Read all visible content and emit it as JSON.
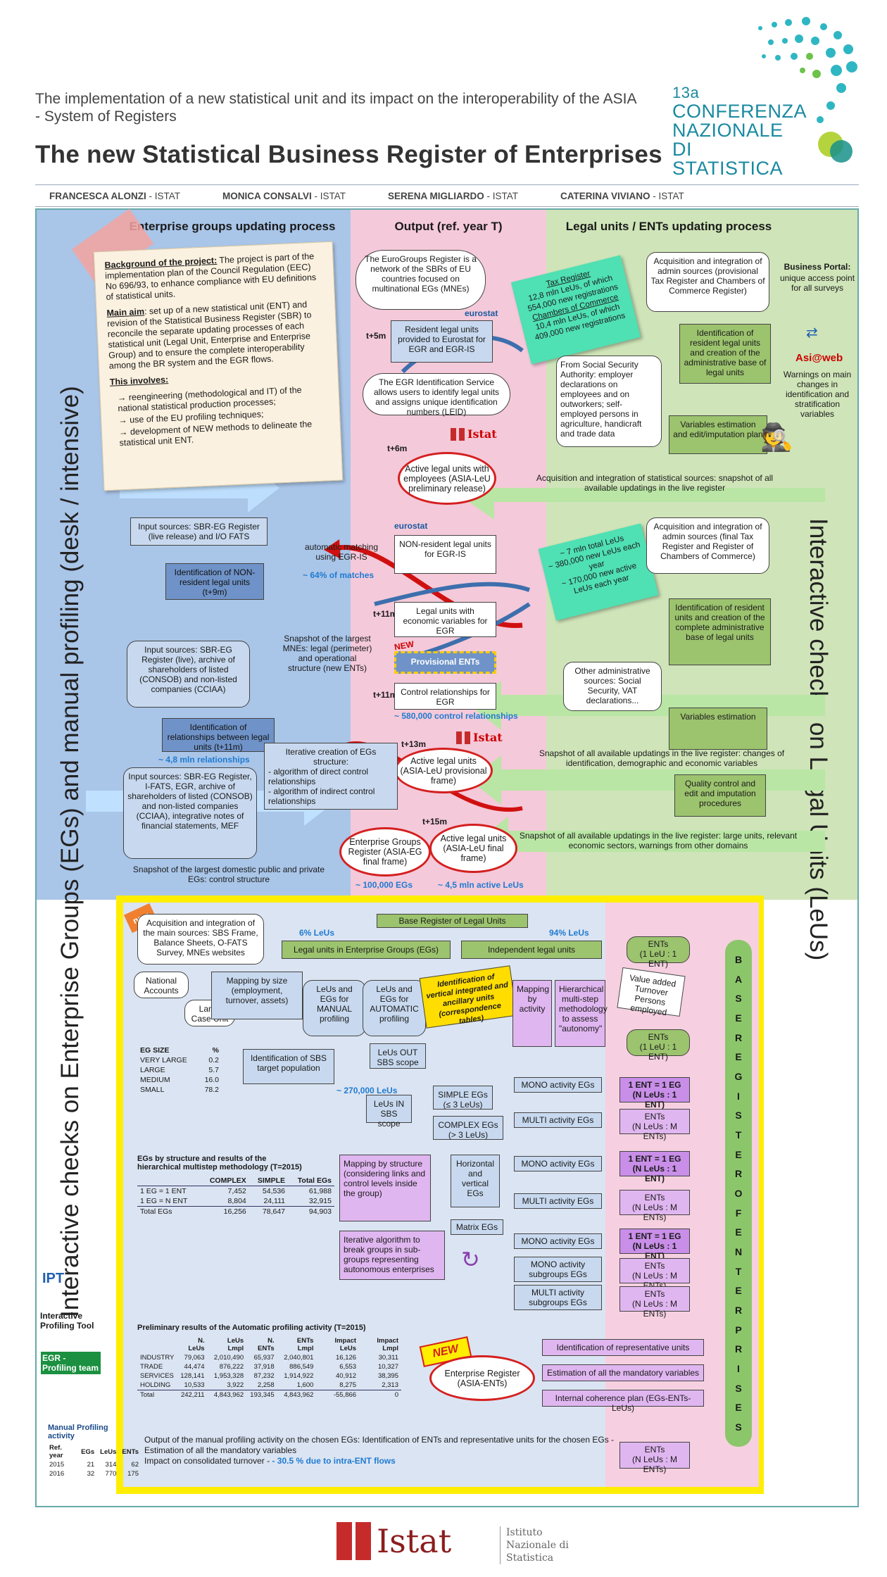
{
  "header": {
    "subtitle": "The implementation of a new statistical unit and its impact on the interoperability of the ASIA - System of Registers",
    "title": "The new Statistical Business Register of Enterprises",
    "conference": [
      "13a",
      "CONFERENZA",
      "NAZIONALE",
      "DI STATISTICA"
    ]
  },
  "authors": [
    {
      "name": "FRANCESCA ALONZI",
      "org": " - ISTAT"
    },
    {
      "name": "MONICA CONSALVI",
      "org": " - ISTAT"
    },
    {
      "name": "SERENA MIGLIARDO",
      "org": " - ISTAT"
    },
    {
      "name": "CATERINA VIVIANO",
      "org": " - ISTAT"
    }
  ],
  "columns": {
    "left": "Enterprise groups updating process",
    "mid": "Output (ref. year T)",
    "right": "Legal units / ENTs updating process"
  },
  "side": {
    "left_vertical": "Interactive checks on Enterprise Groups (EGs) and manual profiling (desk / intensive)",
    "right_vertical": "Interactive checks on Legal Units (LeUs)"
  },
  "note": {
    "bg_title": "Background of the project:",
    "bg_text": "The project is part of the implementation plan of the Council Regulation (EEC) No 696/93, to enhance compliance with EU definitions of statistical units.",
    "aim_title": "Main aim",
    "aim_text": ": set up of a new statistical unit (ENT) and revision of the Statistical Business Register (SBR) to reconcile the separate updating processes of each statistical unit (Legal Unit, Enterprise and Enterprise Group) and to ensure the complete interoperability among the BR system and the EGR flows.",
    "inv_title": "This involves:",
    "inv_items": [
      "→ reengineering (methodological and IT) of the national statistical production processes;",
      "→ use of the EU profiling techniques;",
      "→ development of NEW methods to delineate the statistical unit ENT."
    ]
  },
  "mid": {
    "egr": "The EuroGroups Register is a network of the SBRs of EU countries focused on multinational EGs (MNEs)",
    "resident": "Resident legal units provided to Eurostat for EGR and EGR-IS",
    "egr_is": "The EGR Identification Service allows users to identify legal units and assigns unique identification numbers (LEID)",
    "t5": "t+5m",
    "t6": "t+6m",
    "asia_prelim": "Active legal units with employees (ASIA-LeU preliminary release)",
    "nonres": "NON-resident legal units for EGR-IS",
    "t11a": "t+11m",
    "econvar": "Legal units with economic variables for EGR",
    "prov": "Provisional ENTs",
    "new": "NEW",
    "t11b": "t+11m",
    "control": "Control relationships for EGR",
    "control_count": "~ 580,000 control relationships",
    "t13": "t+13m",
    "asia_prov": "Active legal units (ASIA-LeU provisional frame)",
    "t15": "t+15m",
    "eg_final": "Enterprise Groups Register (ASIA-EG final frame)",
    "leu_final": "Active legal units (ASIA-LeU final frame)",
    "eg_count": "~ 100,000 EGs",
    "leu_count": "~ 4,5 mln active LeUs",
    "istat": "Istat",
    "eurostat": "eurostat"
  },
  "left": {
    "input1": "Input sources: SBR-EG Register (live release) and I/O FATS",
    "ident_nonres": "Identification of NON-resident legal units (t+9m)",
    "auto_match": "automatic matching using EGR-IS",
    "match_pct": "~ 64% of matches",
    "snapshot_mne": "Snapshot of the largest MNEs: legal (perimeter) and operational structure (new ENTs)",
    "input2": "Input sources: SBR-EG Register (live), archive of shareholders of listed (CONSOB) and non-listed companies (CCIAA)",
    "ident_rel": "Identification of relationships between legal units (t+11m)",
    "rel_count": "~ 4,8 mln relationships",
    "iter_title": "Iterative creation of EGs structure:",
    "iter_items": [
      "- algorithm of direct control relationships",
      "- algorithm of indirect control relationships"
    ],
    "input3": "Input sources: SBR-EG Register, I-FATS, EGR, archive of shareholders of listed (CONSOB) and non-listed companies (CCIAA), integrative notes of financial statements, MEF",
    "snapshot_dom": "Snapshot of the largest domestic public and private EGs: control structure"
  },
  "right": {
    "mint1": [
      "Tax Register",
      "12,8 mln LeUs, of which 554,000 new registrations",
      "Chambers of Commerce",
      "10,4 mln LeUs, of which 409,000 new registrations"
    ],
    "acq1": "Acquisition and integration of admin sources (provisional Tax Register and Chambers of Commerce Register)",
    "ident1": "Identification of resident legal units and creation of the administrative base of legal units",
    "social": "From Social Security Authority: employer declarations on employees and on outworkers; self-employed persons in agriculture, handicraft and trade data",
    "var_est": "Variables estimation and edit/imputation plan",
    "portal_title": "Business Portal:",
    "portal_text": "unique access point for all surveys",
    "asiweb": "Asi@web",
    "asiweb_text": "Warnings on main changes in identification and stratification variables",
    "acq_stat": "Acquisition and integration of statistical sources: snapshot of all available updatings in the live register",
    "mint2": [
      "~ 7 mln total LeUs",
      "~ 380,000 new LeUs each year",
      "~ 170,000 new active LeUs each year"
    ],
    "acq2": "Acquisition and integration of admin sources (final Tax Register and Register of Chambers of Commerce)",
    "ident2": "Identification of resident units and creation of the complete administrative base of legal units",
    "other_admin": "Other administrative sources: Social Security, VAT declarations...",
    "var_est2": "Variables estimation",
    "snap2": "Snapshot of all available updatings in the live register: changes of identification, demographic and economic variables",
    "quality": "Quality control and edit and imputation procedures",
    "snap3": "Snapshot of all available updatings in the live register: large units, relevant economic sectors, warnings from other domains"
  },
  "bottom": {
    "new_tag": "new",
    "acq_main": "Acquisition and integration of the main sources: SBS Frame, Balance Sheets, O-FATS Survey, MNEs websites",
    "base_reg": "Base Register of Legal Units",
    "pct6": "6% LeUs",
    "pct94": "94% LeUs",
    "leu_eg": "Legal units in Enterprise Groups (EGs)",
    "indep": "Independent legal units",
    "ents11": "ENTs",
    "ents11b": "(1 LeU : 1 ENT)",
    "nat_acc": "National Accounts",
    "lcu": "Large Case Unit",
    "mapsize": "Mapping by size (employment, turnover, assets)",
    "manual": "LeUs and EGs for MANUAL profiling",
    "auto": "LeUs and EGs for AUTOMATIC profiling",
    "ident_vert": "Identification of vertical integrated and ancillary units (correspondence tables)",
    "mapact": "Mapping by activity",
    "hier": "Hierarchical multi-step methodology to assess \"autonomy\"",
    "valadd": "Value added Turnover Persons employed",
    "ents11_2": "ENTs",
    "ents11_2b": "(1 LeU : 1 ENT)",
    "size_head": [
      "EG SIZE",
      "%"
    ],
    "size_rows": [
      [
        "VERY LARGE",
        "0.2"
      ],
      [
        "LARGE",
        "5.7"
      ],
      [
        "MEDIUM",
        "16.0"
      ],
      [
        "SMALL",
        "78.2"
      ]
    ],
    "ident_sbs": "Identification of SBS target population",
    "leu_out": "LeUs OUT SBS scope",
    "leu_count": "~ 270,000 LeUs",
    "leu_in": "LeUs IN SBS scope",
    "simple": "SIMPLE EGs (≤ 3 LeUs)",
    "complex": "COMPLEX EGs (> 3 LeUs)",
    "mono1": "MONO activity EGs",
    "ent_eg1": "1 ENT = 1 EG",
    "ent_eg1b": "(N LeUs : 1 ENT)",
    "multi1": "MULTI activity EGs",
    "entsnm1": "ENTs",
    "entsnm1b": "(N LeUs : M ENTs)",
    "tbl_title": "EGs by structure and results of the hierarchical multistep methodology (T=2015)",
    "tbl_head": [
      "",
      "COMPLEX",
      "SIMPLE",
      "Total EGs"
    ],
    "tbl_rows": [
      [
        "1 EG = 1 ENT",
        "7,452",
        "54,536",
        "61,988"
      ],
      [
        "1 EG = N ENT",
        "8,804",
        "24,111",
        "32,915"
      ],
      [
        "Total EGs",
        "16,256",
        "78,647",
        "94,903"
      ]
    ],
    "mapstruct": "Mapping by structure (considering links and control levels inside the group)",
    "horiz": "Horizontal and vertical EGs",
    "mono2": "MONO activity EGs",
    "ent_eg2": "1 ENT = 1 EG",
    "ent_eg2b": "(N LeUs : 1 ENT)",
    "multi2": "MULTI activity EGs",
    "entsnm2": "ENTs",
    "entsnm2b": "(N LeUs : M ENTs)",
    "matrix": "Matrix EGs",
    "iterative": "Iterative algorithm to break groups in sub-groups representing autonomous enterprises",
    "mono3": "MONO activity EGs",
    "ent_eg3": "1 ENT = 1 EG",
    "ent_eg3b": "(N LeUs : 1 ENT)",
    "mono_sub": "MONO activity subgroups EGs",
    "entsnm3": "ENTs",
    "entsnm3b": "(N LeUs : M ENTs)",
    "multi_sub": "MULTI activity subgroups EGs",
    "entsnm4": "ENTs",
    "entsnm4b": "(N LeUs : M ENTs)",
    "ipt": "IPT",
    "ipt_label": "Interactive Profiling Tool",
    "egr_team": "EGR - Profiling team",
    "prelim_title": "Preliminary results of the Automatic profiling activity (T=2015)",
    "prelim_head": [
      "",
      "N. LeUs",
      "LeUs Lmpl",
      "N. ENTs",
      "ENTs Lmpl",
      "Impact LeUs",
      "Impact Lmpl"
    ],
    "prelim_rows": [
      [
        "INDUSTRY",
        "79,063",
        "2,010,490",
        "65,937",
        "2,040,801",
        "16,126",
        "30,311"
      ],
      [
        "TRADE",
        "44,474",
        "876,222",
        "37,918",
        "886,549",
        "6,553",
        "10,327"
      ],
      [
        "SERVICES",
        "128,141",
        "1,953,328",
        "87,232",
        "1,914,922",
        "40,912",
        "38,395"
      ],
      [
        "HOLDING",
        "10,533",
        "3,922",
        "2,258",
        "1,600",
        "8,275",
        "2,313"
      ],
      [
        "Total",
        "242,211",
        "4,843,962",
        "193,345",
        "4,843,962",
        "-55,866",
        "0"
      ]
    ],
    "new2": "NEW",
    "ent_reg": "Enterprise Register (ASIA-ENTs)",
    "rep_units": "Identification of representative units",
    "est_vars": "Estimation of all the mandatory variables",
    "coherence": "Internal coherence plan (EGs-ENTs-LeUs)",
    "ber_letters": [
      "B",
      "A",
      "S",
      "E",
      "R",
      "E",
      "G",
      "I",
      "S",
      "T",
      "E",
      "R",
      "O",
      "F",
      "E",
      "N",
      "T",
      "E",
      "R",
      "P",
      "R",
      "I",
      "S",
      "E",
      "S"
    ],
    "manual_title": "Manual Profiling activity",
    "manual_head": [
      "Ref. year",
      "EGs",
      "LeUs",
      "ENTs"
    ],
    "manual_rows": [
      [
        "2015",
        "21",
        "314",
        "62"
      ],
      [
        "2016",
        "32",
        "770",
        "175"
      ]
    ],
    "output_text": "Output of the manual profiling activity on the chosen EGs: Identification of ENTs and representative units for the chosen EGs - Estimation of all the mandatory variables",
    "impact": "Impact on consolidated turnover - ",
    "impact_val": "- 30.5 % due to intra-ENT flows",
    "ents_final": "ENTs",
    "ents_finalb": "(N LeUs : M ENTs)"
  },
  "footer": {
    "istat": "Istat",
    "istat_name": "Istituto Nazionale di Statistica"
  }
}
